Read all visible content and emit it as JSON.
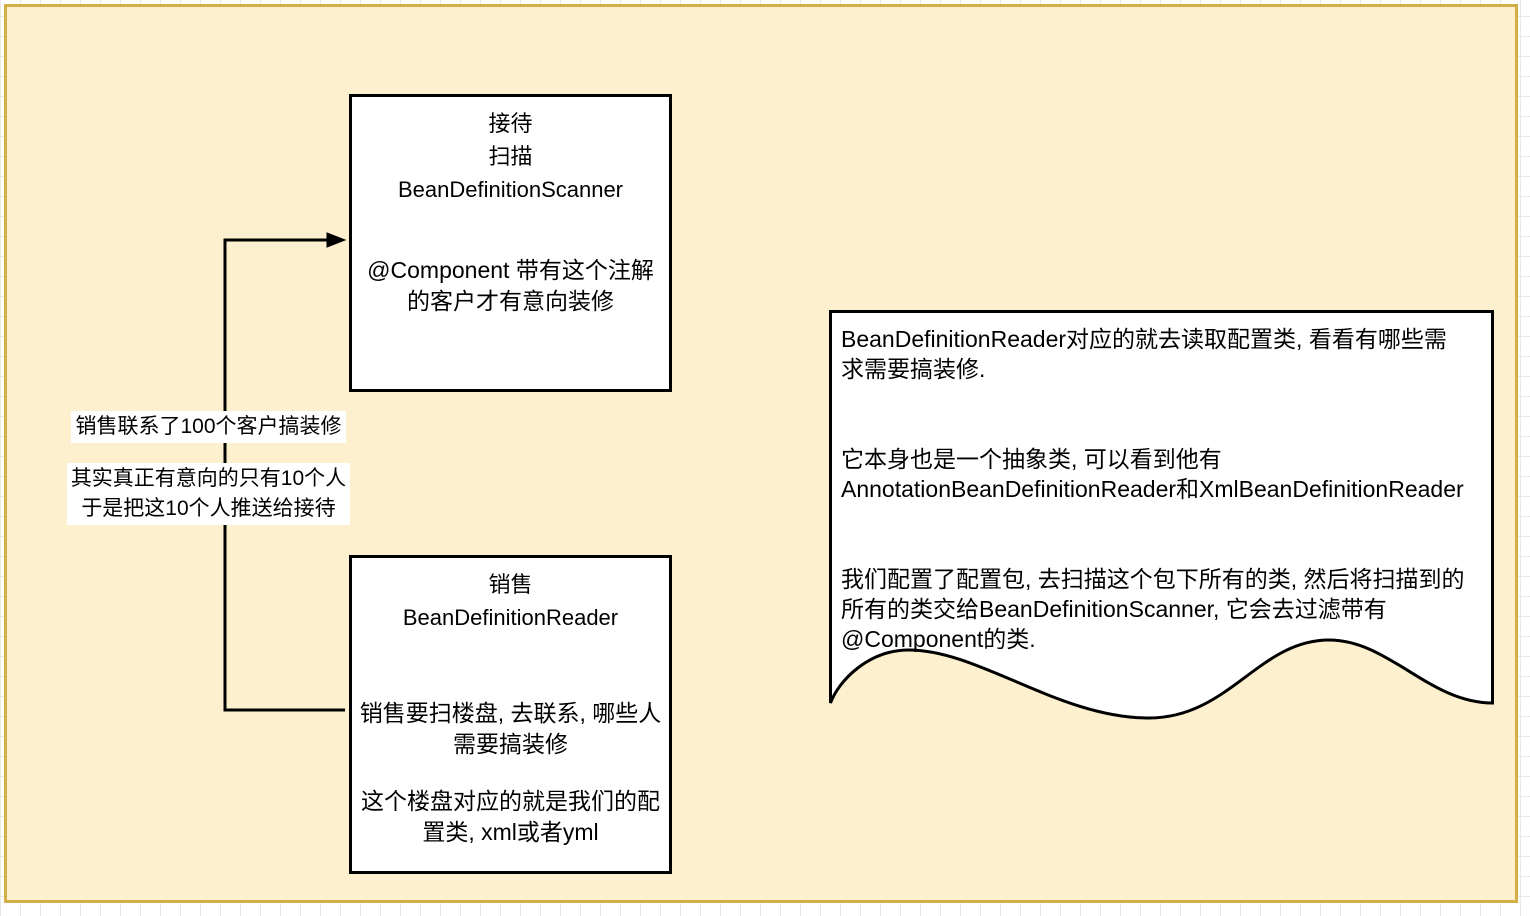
{
  "canvas": {
    "background_color": "#fdf0ce",
    "border_color": "#d4af48",
    "grid_color": "#e8e8e8"
  },
  "nodes": [
    {
      "id": "scanner",
      "title": "接待\n扫描\nBeanDefinitionScanner",
      "body": "@Component 带有这个注解\n的客户才有意向装修"
    },
    {
      "id": "reader",
      "title": "销售\nBeanDefinitionReader",
      "body_1": "销售要扫楼盘, 去联系, 哪些人\n需要搞装修",
      "body_2": "这个楼盘对应的就是我们的配\n置类, xml或者yml"
    }
  ],
  "edge": {
    "label_1": "销售联系了100个客户搞装修",
    "label_2": "其实真正有意向的只有10个人\n于是把这10个人推送给接待",
    "arrowhead": "arrow-right"
  },
  "note": {
    "text": "BeanDefinitionReader对应的就去读取配置类, 看看有哪些需\n求需要搞装修.\n\n\n它本身也是一个抽象类, 可以看到他有\nAnnotationBeanDefinitionReader和XmlBeanDefinitionReader\n\n\n我们配置了配置包, 去扫描这个包下所有的类, 然后将扫描到的\n所有的类交给BeanDefinitionScanner, 它会去过滤带有\n@Component的类."
  }
}
